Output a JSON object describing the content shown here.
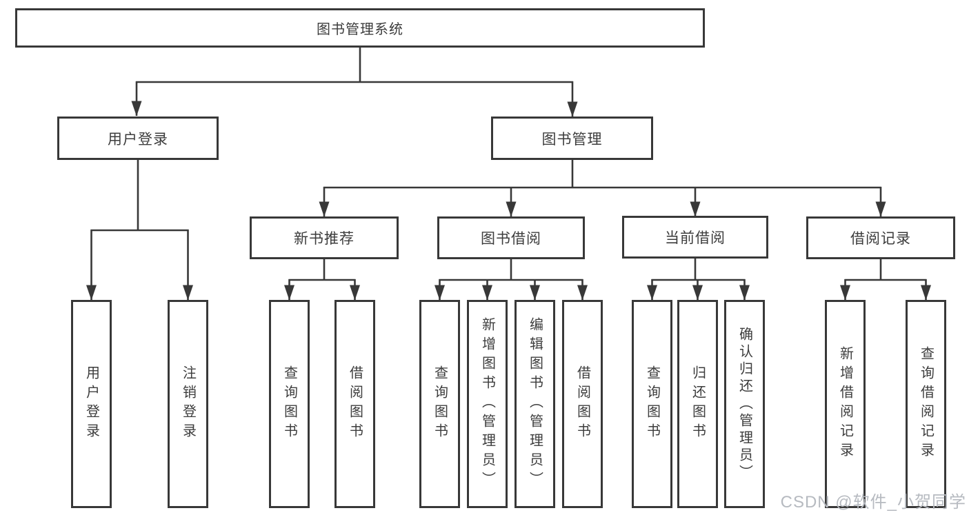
{
  "diagram": {
    "title": "图书管理系统",
    "level1": {
      "user_login": "用户登录",
      "book_management": "图书管理"
    },
    "level2": {
      "new_book_recommend": "新书推荐",
      "book_borrow": "图书借阅",
      "current_borrow": "当前借阅",
      "borrow_records": "借阅记录"
    },
    "leaves": {
      "user_login": "用户登录",
      "logout": "注销登录",
      "recommend_query_books": "查询图书",
      "recommend_borrow_books": "借阅图书",
      "borrow_query_books": "查询图书",
      "borrow_add_books": "新增图书（管理员）",
      "borrow_edit_books": "编辑图书（管理员）",
      "borrow_borrow_books": "借阅图书",
      "current_query_books": "查询图书",
      "current_return_books": "归还图书",
      "current_confirm_return": "确认归还（管理员）",
      "records_add_record": "新增借阅记录",
      "records_query_record": "查询借阅记录"
    }
  },
  "watermark": "CSDN @软件_小贺同学",
  "colors": {
    "line": "#383838",
    "text": "#3c3c3c",
    "watermark": "#b6bac0",
    "bg": "#ffffff"
  }
}
